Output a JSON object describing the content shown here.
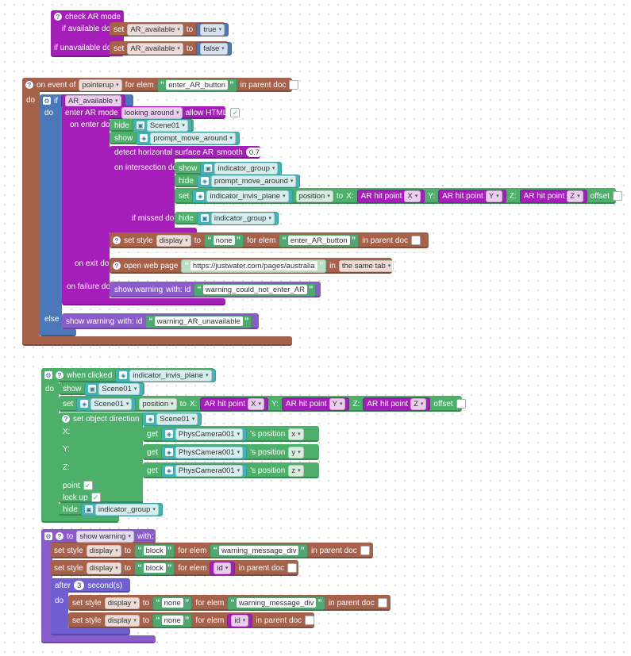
{
  "b1": {
    "title": "check AR mode",
    "if_available": "if available do",
    "if_unavailable": "if unavailable do",
    "set": "set",
    "var": "AR_available",
    "to": "to",
    "v_true": "true",
    "v_false": "false"
  },
  "b2": {
    "on_event": "on event of",
    "event": "pointerup",
    "for_elem": "for elem",
    "elem": "enter_AR_button",
    "in_parent": "in parent doc",
    "do": "do",
    "if": "if",
    "cond": "AR_available",
    "enter_ar": "enter AR mode",
    "mode": "looking around",
    "allow_html": "allow HTML",
    "on_enter_do": "on enter do",
    "hide": "hide",
    "show": "show",
    "scene": "Scene01",
    "prompt": "prompt_move_around",
    "detect": "detect horizontal surface AR",
    "smooth": "smooth",
    "smooth_val": "0.7",
    "on_intersection": "on intersection do",
    "indicator_group": "indicator_group",
    "plane": "indicator_invis_plane",
    "position": "position",
    "to": "to",
    "x": "X:",
    "y": "Y:",
    "z": "Z:",
    "hit": "AR hit point",
    "hx": "X",
    "hy": "Y",
    "hz": "Z",
    "offset": "offset",
    "if_missed": "if missed do",
    "set_style": "set style",
    "display": "display",
    "none": "none",
    "on_exit": "on exit do",
    "open_web": "open web page",
    "url": "https://justwater.com/pages/australia",
    "in": "in",
    "same_tab": "the same tab",
    "on_failure": "on failure do",
    "show_warning": "show warning",
    "with_id": "with:  id",
    "warn1": "warning_could_not_enter_AR",
    "else": "else",
    "warn2": "warning_AR_unavailable",
    "set": "set"
  },
  "b3": {
    "when_clicked": "when clicked",
    "obj": "indicator_invis_plane",
    "do": "do",
    "show": "show",
    "scene": "Scene01",
    "set": "set",
    "position": "position",
    "to": "to",
    "x": "X:",
    "y": "Y:",
    "z": "Z:",
    "hit": "AR hit point",
    "hx": "X",
    "hy": "Y",
    "hz": "Z",
    "offset": "offset",
    "set_dir": "set object direction",
    "get": "get",
    "camera": "PhysCamera001",
    "s_position": "'s  position",
    "cx": "x",
    "cy": "y",
    "cz": "z",
    "point": "point",
    "lock_up": "lock up",
    "hide": "hide",
    "group": "indicator_group"
  },
  "b4": {
    "to": "to",
    "fn": "show warning",
    "with": "with: id",
    "set_style": "set style",
    "display": "display",
    "block": "block",
    "none": "none",
    "for_elem": "for elem",
    "elem": "warning_message_div",
    "id": "id",
    "in_parent": "in parent doc",
    "after": "after",
    "secs": "3",
    "seconds": "second(s)",
    "do": "do"
  }
}
